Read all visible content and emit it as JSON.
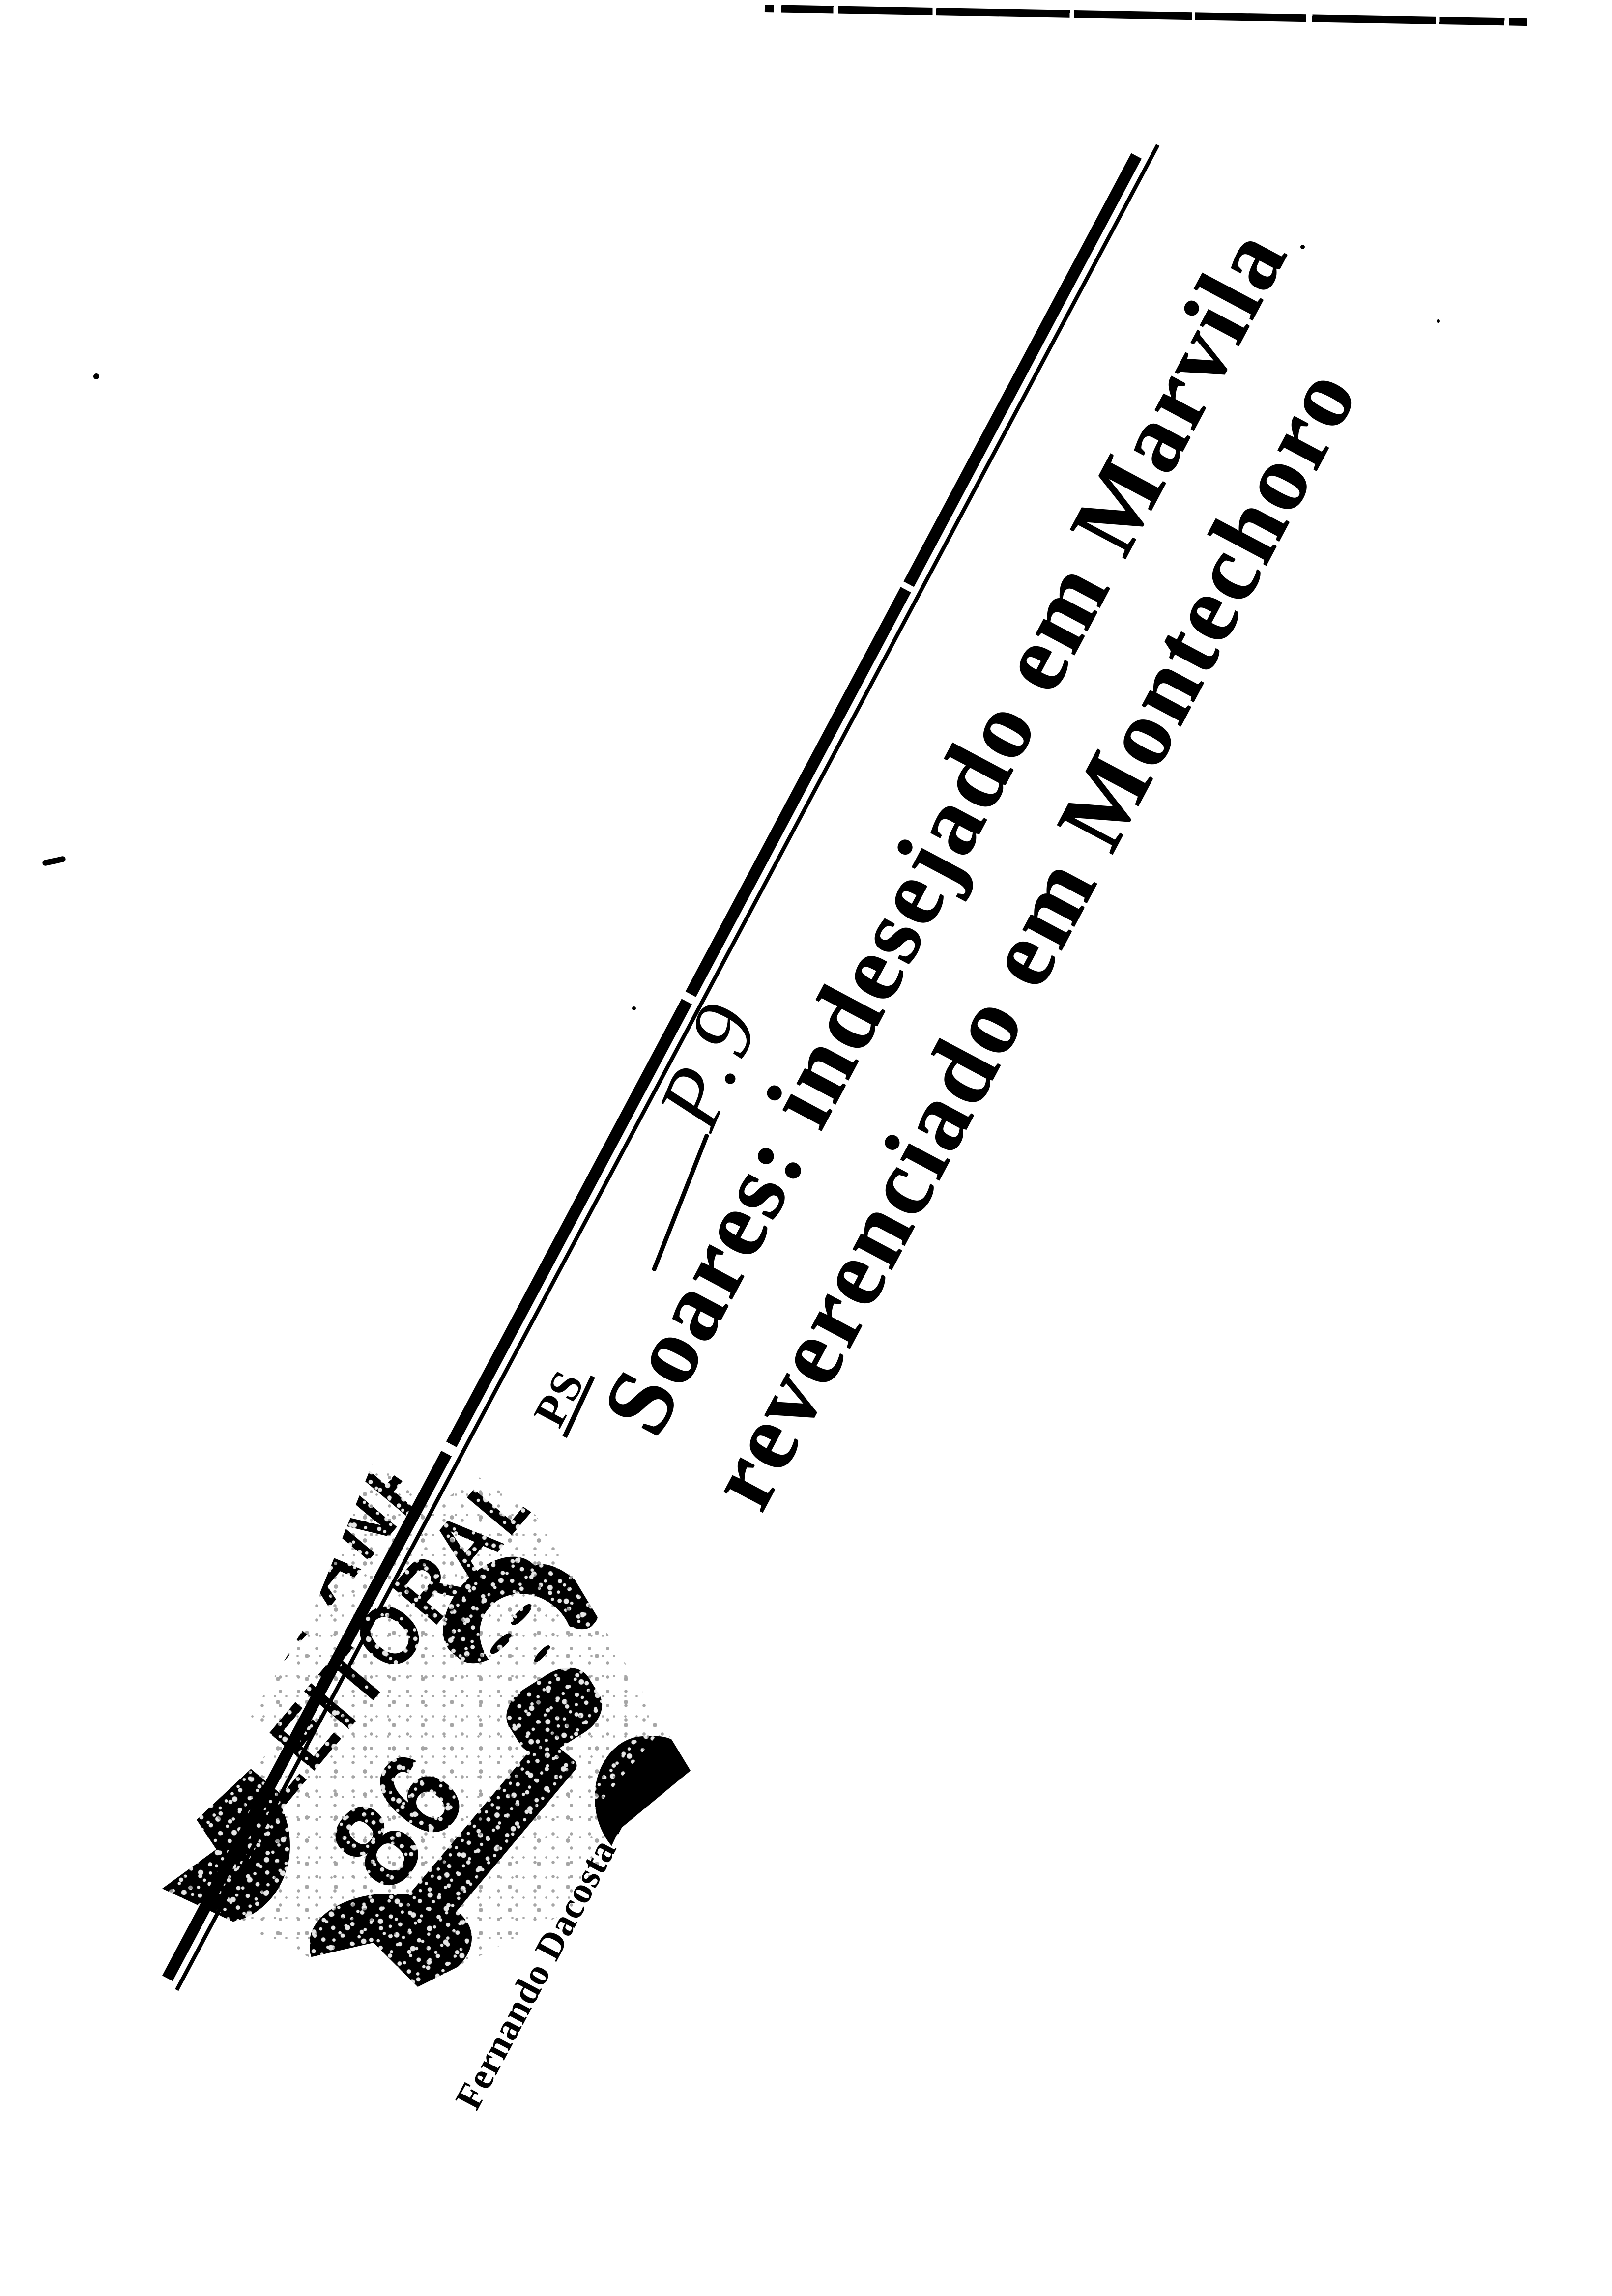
{
  "colors": {
    "paper": "#ffffff",
    "ink": "#000000"
  },
  "article": {
    "kicker": "PS",
    "headline": {
      "line1": "Soares: indesejado em Marvila",
      "line2": "reverenciado em Montechoro"
    },
    "byline": "Fernando Dacosta",
    "byline_marker": "■",
    "stamp": {
      "word1": "CAMPANHA",
      "word2": "ELEITORAL",
      "year": "86"
    }
  },
  "annotation": {
    "text": "P.9"
  }
}
